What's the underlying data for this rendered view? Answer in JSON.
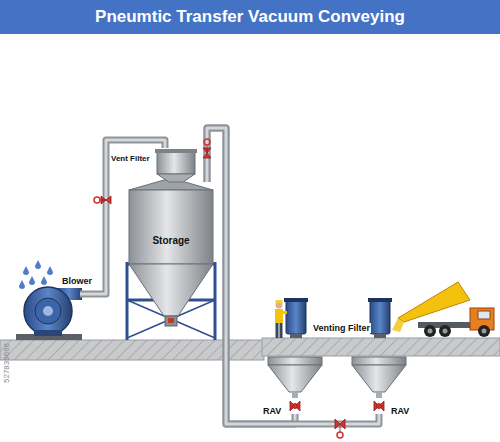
{
  "diagram": {
    "title": "Pneumtic Transfer Vacuum Conveying",
    "nodes": [
      {
        "text": [
          "Vent Filter"
        ]
      },
      {
        "text": [
          "Storage"
        ]
      },
      {
        "text": [
          "Blower"
        ]
      },
      {
        "text": [
          "RAV"
        ]
      },
      {
        "text": [
          "RAV"
        ]
      }
    ],
    "edges": [
      {
        "from": 2,
        "to": 0,
        "arrow": "none"
      },
      {
        "from": 1,
        "to": 3,
        "arrow": "none"
      },
      {
        "from": 1,
        "to": 4,
        "arrow": "none"
      }
    ],
    "labels": [
      "Venting Filter",
      "527839666"
    ]
  }
}
